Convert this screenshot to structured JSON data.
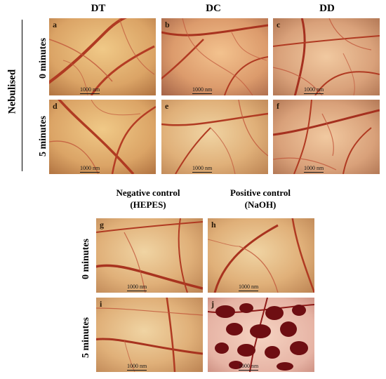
{
  "columns": {
    "dt": "DT",
    "dc": "DC",
    "dd": "DD"
  },
  "group_label": "Nebulised",
  "rows": {
    "zero": "0 minutes",
    "five": "5 minutes"
  },
  "controls": {
    "negative": {
      "line1": "Negative control",
      "line2": "(HEPES)"
    },
    "positive": {
      "line1": "Positive control",
      "line2": "(NaOH)"
    }
  },
  "panels": {
    "a": {
      "letter": "a",
      "scale": "1000 nm"
    },
    "b": {
      "letter": "b",
      "scale": "1000 nm"
    },
    "c": {
      "letter": "c",
      "scale": "1000 nm"
    },
    "d": {
      "letter": "d",
      "scale": "1000 nm"
    },
    "e": {
      "letter": "e",
      "scale": "1000 nm"
    },
    "f": {
      "letter": "f",
      "scale": "1000 nm"
    },
    "g": {
      "letter": "g",
      "scale": "1000 nm"
    },
    "h": {
      "letter": "h",
      "scale": "1000 nm"
    },
    "i": {
      "letter": "i",
      "scale": "1000 nm"
    },
    "j": {
      "letter": "j",
      "scale": "1000 nm"
    }
  },
  "colors": {
    "tissue_light": "#e9b878",
    "tissue_dark": "#c88850",
    "vessel": "#b03a22",
    "hemorrhage": "#6e0e12"
  }
}
